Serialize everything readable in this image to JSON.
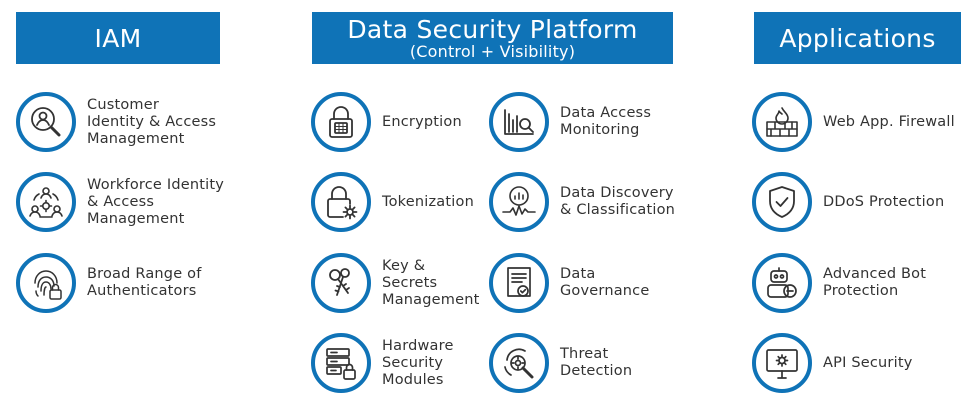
{
  "colors": {
    "accent": "#0f73b7",
    "text": "#333333"
  },
  "columns": {
    "iam": {
      "header": "IAM",
      "items": [
        {
          "label": "Customer\nIdentity & Access\nManagement",
          "icon": "customer-identity-icon"
        },
        {
          "label": "Workforce Identity\n& Access\nManagement",
          "icon": "workforce-identity-icon"
        },
        {
          "label": "Broad Range of\nAuthenticators",
          "icon": "fingerprint-lock-icon"
        }
      ]
    },
    "dsp": {
      "header": "Data Security Platform",
      "subheader": "(Control + Visibility)",
      "items_left": [
        {
          "label": "Encryption",
          "icon": "encryption-lock-icon"
        },
        {
          "label": "Tokenization",
          "icon": "tokenization-lock-gear-icon"
        },
        {
          "label": "Key &\nSecrets\nManagement",
          "icon": "keys-icon"
        },
        {
          "label": "Hardware\nSecurity\nModules",
          "icon": "hardware-server-lock-icon"
        }
      ],
      "items_right": [
        {
          "label": "Data Access\nMonitoring",
          "icon": "chart-magnifier-icon"
        },
        {
          "label": "Data Discovery\n& Classification",
          "icon": "data-discovery-icon"
        },
        {
          "label": "Data\nGovernance",
          "icon": "document-check-icon"
        },
        {
          "label": "Threat\nDetection",
          "icon": "threat-detection-icon"
        }
      ]
    },
    "apps": {
      "header": "Applications",
      "items": [
        {
          "label": "Web App. Firewall",
          "icon": "firewall-icon"
        },
        {
          "label": "DDoS Protection",
          "icon": "shield-check-icon"
        },
        {
          "label": "Advanced Bot\nProtection",
          "icon": "bot-icon"
        },
        {
          "label": "API Security",
          "icon": "api-monitor-icon"
        }
      ]
    }
  }
}
